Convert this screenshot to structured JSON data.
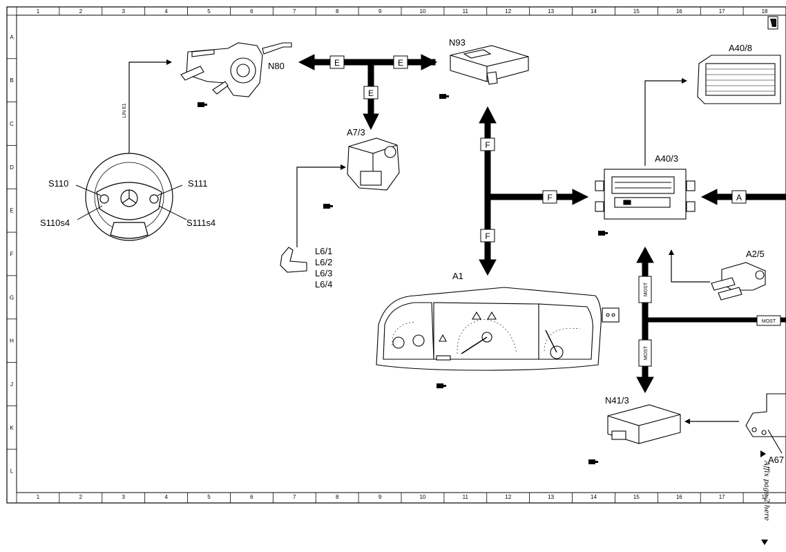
{
  "grid": {
    "columns": [
      "1",
      "2",
      "3",
      "4",
      "5",
      "6",
      "7",
      "8",
      "9",
      "10",
      "11",
      "12",
      "13",
      "14",
      "15",
      "16",
      "17",
      "18"
    ],
    "rows": [
      "A",
      "B",
      "C",
      "D",
      "E",
      "F",
      "G",
      "H",
      "J",
      "K",
      "L"
    ]
  },
  "components": {
    "n80": "N80",
    "n93": "N93",
    "a7_3": "A7/3",
    "a40_8": "A40/8",
    "a40_3": "A40/3",
    "s110": "S110",
    "s111": "S111",
    "s110s4": "S110s4",
    "s111s4": "S111s4",
    "a2_5": "A2/5",
    "a1": "A1",
    "n41_3": "N41/3",
    "a67": "A67",
    "l6": [
      "L6/1",
      "L6/2",
      "L6/3",
      "L6/4"
    ]
  },
  "buses": {
    "e": "E",
    "f": "F",
    "a": "A",
    "most": "MOST",
    "lin": "LIN E1"
  },
  "note": "Affix page 2 here"
}
